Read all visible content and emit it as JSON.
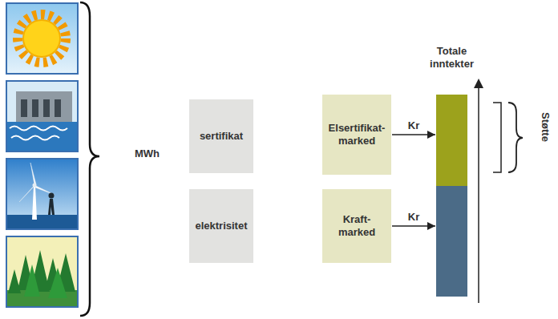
{
  "diagram": {
    "nodes": [
      {
        "text": [
          "sertifikat"
        ]
      },
      {
        "text": [
          "elektrisitet"
        ]
      },
      {
        "text": [
          "Elsertifikat-marked"
        ]
      },
      {
        "text": [
          "Kraft-marked"
        ]
      },
      {
        "text": [
          "Totale inntekter"
        ]
      }
    ],
    "edges": [
      {
        "from": 2,
        "to": 4,
        "arrow": "to",
        "label": "Kr"
      },
      {
        "from": 3,
        "to": 4,
        "arrow": "to",
        "label": "Kr"
      }
    ],
    "labels": [
      "MWh",
      "Støtte"
    ]
  }
}
